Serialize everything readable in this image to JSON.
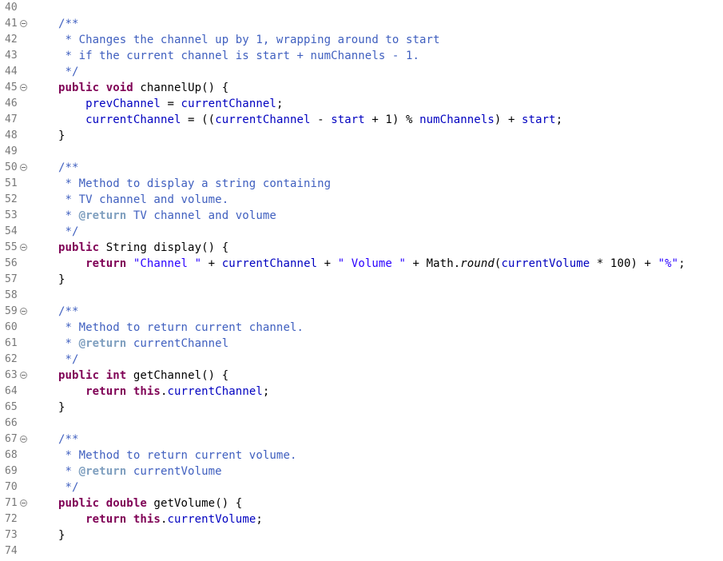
{
  "editor": {
    "colors": {
      "background": "#ffffff",
      "line_number": "#787878",
      "comment": "#3f5fbf",
      "javadoc_tag": "#7f9fbf",
      "keyword": "#7f0055",
      "field": "#0000c0",
      "string": "#2a00ff"
    },
    "lines": [
      {
        "num": "40",
        "fold": false,
        "tokens": []
      },
      {
        "num": "41",
        "fold": true,
        "tokens": [
          {
            "text": "/**",
            "type": "comment"
          }
        ]
      },
      {
        "num": "42",
        "fold": false,
        "tokens": [
          {
            "text": " * Changes the channel up by 1, wrapping around to start",
            "type": "comment"
          }
        ]
      },
      {
        "num": "43",
        "fold": false,
        "tokens": [
          {
            "text": " * if the current channel is start + numChannels - 1.",
            "type": "comment"
          }
        ]
      },
      {
        "num": "44",
        "fold": false,
        "tokens": [
          {
            "text": " */",
            "type": "comment"
          }
        ]
      },
      {
        "num": "45",
        "fold": true,
        "tokens": [
          {
            "text": "public",
            "type": "keyword"
          },
          {
            "text": " ",
            "type": "plain"
          },
          {
            "text": "void",
            "type": "keyword"
          },
          {
            "text": " channelUp() {",
            "type": "plain"
          }
        ]
      },
      {
        "num": "46",
        "fold": false,
        "tokens": [
          {
            "text": "    ",
            "type": "plain"
          },
          {
            "text": "prevChannel",
            "type": "field"
          },
          {
            "text": " = ",
            "type": "plain"
          },
          {
            "text": "currentChannel",
            "type": "field"
          },
          {
            "text": ";",
            "type": "plain"
          }
        ]
      },
      {
        "num": "47",
        "fold": false,
        "tokens": [
          {
            "text": "    ",
            "type": "plain"
          },
          {
            "text": "currentChannel",
            "type": "field"
          },
          {
            "text": " = ((",
            "type": "plain"
          },
          {
            "text": "currentChannel",
            "type": "field"
          },
          {
            "text": " - ",
            "type": "plain"
          },
          {
            "text": "start",
            "type": "field"
          },
          {
            "text": " + 1) % ",
            "type": "plain"
          },
          {
            "text": "numChannels",
            "type": "field"
          },
          {
            "text": ") + ",
            "type": "plain"
          },
          {
            "text": "start",
            "type": "field"
          },
          {
            "text": ";",
            "type": "plain"
          }
        ]
      },
      {
        "num": "48",
        "fold": false,
        "tokens": [
          {
            "text": "}",
            "type": "plain"
          }
        ]
      },
      {
        "num": "49",
        "fold": false,
        "tokens": []
      },
      {
        "num": "50",
        "fold": true,
        "tokens": [
          {
            "text": "/**",
            "type": "comment"
          }
        ]
      },
      {
        "num": "51",
        "fold": false,
        "tokens": [
          {
            "text": " * Method to display a string containing",
            "type": "comment"
          }
        ]
      },
      {
        "num": "52",
        "fold": false,
        "tokens": [
          {
            "text": " * TV channel and volume.",
            "type": "comment"
          }
        ]
      },
      {
        "num": "53",
        "fold": false,
        "tokens": [
          {
            "text": " * ",
            "type": "comment"
          },
          {
            "text": "@return",
            "type": "tag"
          },
          {
            "text": " TV channel and volume",
            "type": "comment"
          }
        ]
      },
      {
        "num": "54",
        "fold": false,
        "tokens": [
          {
            "text": " */",
            "type": "comment"
          }
        ]
      },
      {
        "num": "55",
        "fold": true,
        "tokens": [
          {
            "text": "public",
            "type": "keyword"
          },
          {
            "text": " String display() {",
            "type": "plain"
          }
        ]
      },
      {
        "num": "56",
        "fold": false,
        "tokens": [
          {
            "text": "    ",
            "type": "plain"
          },
          {
            "text": "return",
            "type": "keyword"
          },
          {
            "text": " ",
            "type": "plain"
          },
          {
            "text": "\"Channel \"",
            "type": "string"
          },
          {
            "text": " + ",
            "type": "plain"
          },
          {
            "text": "currentChannel",
            "type": "field"
          },
          {
            "text": " + ",
            "type": "plain"
          },
          {
            "text": "\" Volume \"",
            "type": "string"
          },
          {
            "text": " + Math.",
            "type": "plain"
          },
          {
            "text": "round",
            "type": "static"
          },
          {
            "text": "(",
            "type": "plain"
          },
          {
            "text": "currentVolume",
            "type": "field"
          },
          {
            "text": " * 100) + ",
            "type": "plain"
          },
          {
            "text": "\"%\"",
            "type": "string"
          },
          {
            "text": ";",
            "type": "plain"
          }
        ]
      },
      {
        "num": "57",
        "fold": false,
        "tokens": [
          {
            "text": "}",
            "type": "plain"
          }
        ]
      },
      {
        "num": "58",
        "fold": false,
        "tokens": []
      },
      {
        "num": "59",
        "fold": true,
        "tokens": [
          {
            "text": "/**",
            "type": "comment"
          }
        ]
      },
      {
        "num": "60",
        "fold": false,
        "tokens": [
          {
            "text": " * Method to return current channel.",
            "type": "comment"
          }
        ]
      },
      {
        "num": "61",
        "fold": false,
        "tokens": [
          {
            "text": " * ",
            "type": "comment"
          },
          {
            "text": "@return",
            "type": "tag"
          },
          {
            "text": " currentChannel",
            "type": "comment"
          }
        ]
      },
      {
        "num": "62",
        "fold": false,
        "tokens": [
          {
            "text": " */",
            "type": "comment"
          }
        ]
      },
      {
        "num": "63",
        "fold": true,
        "tokens": [
          {
            "text": "public",
            "type": "keyword"
          },
          {
            "text": " ",
            "type": "plain"
          },
          {
            "text": "int",
            "type": "keyword"
          },
          {
            "text": " getChannel() {",
            "type": "plain"
          }
        ]
      },
      {
        "num": "64",
        "fold": false,
        "tokens": [
          {
            "text": "    ",
            "type": "plain"
          },
          {
            "text": "return",
            "type": "keyword"
          },
          {
            "text": " ",
            "type": "plain"
          },
          {
            "text": "this",
            "type": "keyword"
          },
          {
            "text": ".",
            "type": "plain"
          },
          {
            "text": "currentChannel",
            "type": "field"
          },
          {
            "text": ";",
            "type": "plain"
          }
        ]
      },
      {
        "num": "65",
        "fold": false,
        "tokens": [
          {
            "text": "}",
            "type": "plain"
          }
        ]
      },
      {
        "num": "66",
        "fold": false,
        "tokens": []
      },
      {
        "num": "67",
        "fold": true,
        "tokens": [
          {
            "text": "/**",
            "type": "comment"
          }
        ]
      },
      {
        "num": "68",
        "fold": false,
        "tokens": [
          {
            "text": " * Method to return current volume.",
            "type": "comment"
          }
        ]
      },
      {
        "num": "69",
        "fold": false,
        "tokens": [
          {
            "text": " * ",
            "type": "comment"
          },
          {
            "text": "@return",
            "type": "tag"
          },
          {
            "text": " currentVolume",
            "type": "comment"
          }
        ]
      },
      {
        "num": "70",
        "fold": false,
        "tokens": [
          {
            "text": " */",
            "type": "comment"
          }
        ]
      },
      {
        "num": "71",
        "fold": true,
        "tokens": [
          {
            "text": "public",
            "type": "keyword"
          },
          {
            "text": " ",
            "type": "plain"
          },
          {
            "text": "double",
            "type": "keyword"
          },
          {
            "text": " getVolume() {",
            "type": "plain"
          }
        ]
      },
      {
        "num": "72",
        "fold": false,
        "tokens": [
          {
            "text": "    ",
            "type": "plain"
          },
          {
            "text": "return",
            "type": "keyword"
          },
          {
            "text": " ",
            "type": "plain"
          },
          {
            "text": "this",
            "type": "keyword"
          },
          {
            "text": ".",
            "type": "plain"
          },
          {
            "text": "currentVolume",
            "type": "field"
          },
          {
            "text": ";",
            "type": "plain"
          }
        ]
      },
      {
        "num": "73",
        "fold": false,
        "tokens": [
          {
            "text": "}",
            "type": "plain"
          }
        ]
      },
      {
        "num": "74",
        "fold": false,
        "tokens": []
      }
    ]
  }
}
